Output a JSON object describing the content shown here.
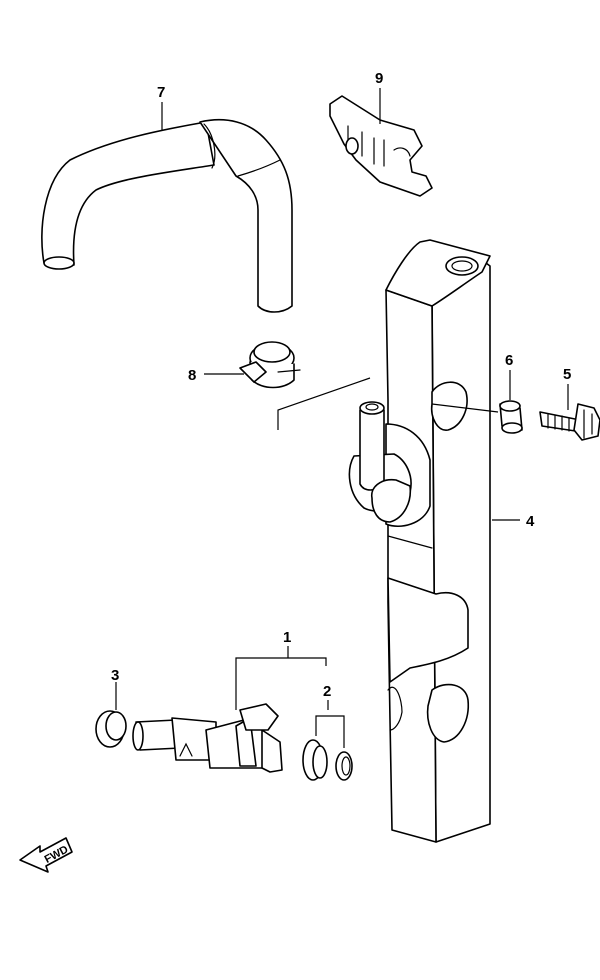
{
  "callouts": {
    "c1": "1",
    "c2": "2",
    "c3": "3",
    "c4": "4",
    "c5": "5",
    "c6": "6",
    "c7": "7",
    "c8": "8",
    "c9": "9"
  },
  "fwd_label": "FWD"
}
